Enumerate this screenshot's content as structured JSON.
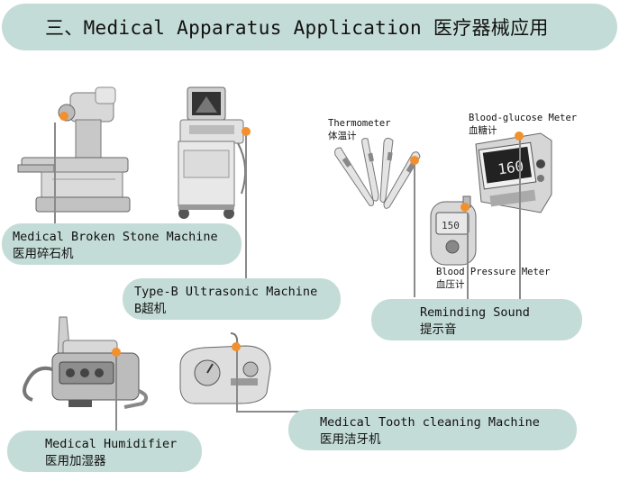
{
  "title": "三、Medical Apparatus Application 医疗器械应用",
  "devices": {
    "stone_machine": {
      "en": "Medical Broken Stone Machine",
      "zh": "医用碎石机"
    },
    "ultrasonic": {
      "en": "Type-B Ultrasonic Machine",
      "zh": "B超机"
    },
    "humidifier": {
      "en": "Medical Humidifier",
      "zh": "医用加湿器"
    },
    "tooth_cleaning": {
      "en": "Medical Tooth cleaning Machine",
      "zh": "医用洁牙机"
    },
    "reminding_sound": {
      "en": "Reminding Sound",
      "zh": "提示音"
    },
    "thermometer": {
      "en": "Thermometer",
      "zh": "体温计"
    },
    "glucose_meter": {
      "en": "Blood-glucose Meter",
      "zh": "血糖计"
    },
    "pressure_meter": {
      "en": "Blood Pressure Meter",
      "zh": "血压计"
    }
  },
  "glucose_display": "160",
  "colors": {
    "pill": "#c4dcd7",
    "marker": "#f2902e",
    "connector": "#8a8a8a"
  }
}
